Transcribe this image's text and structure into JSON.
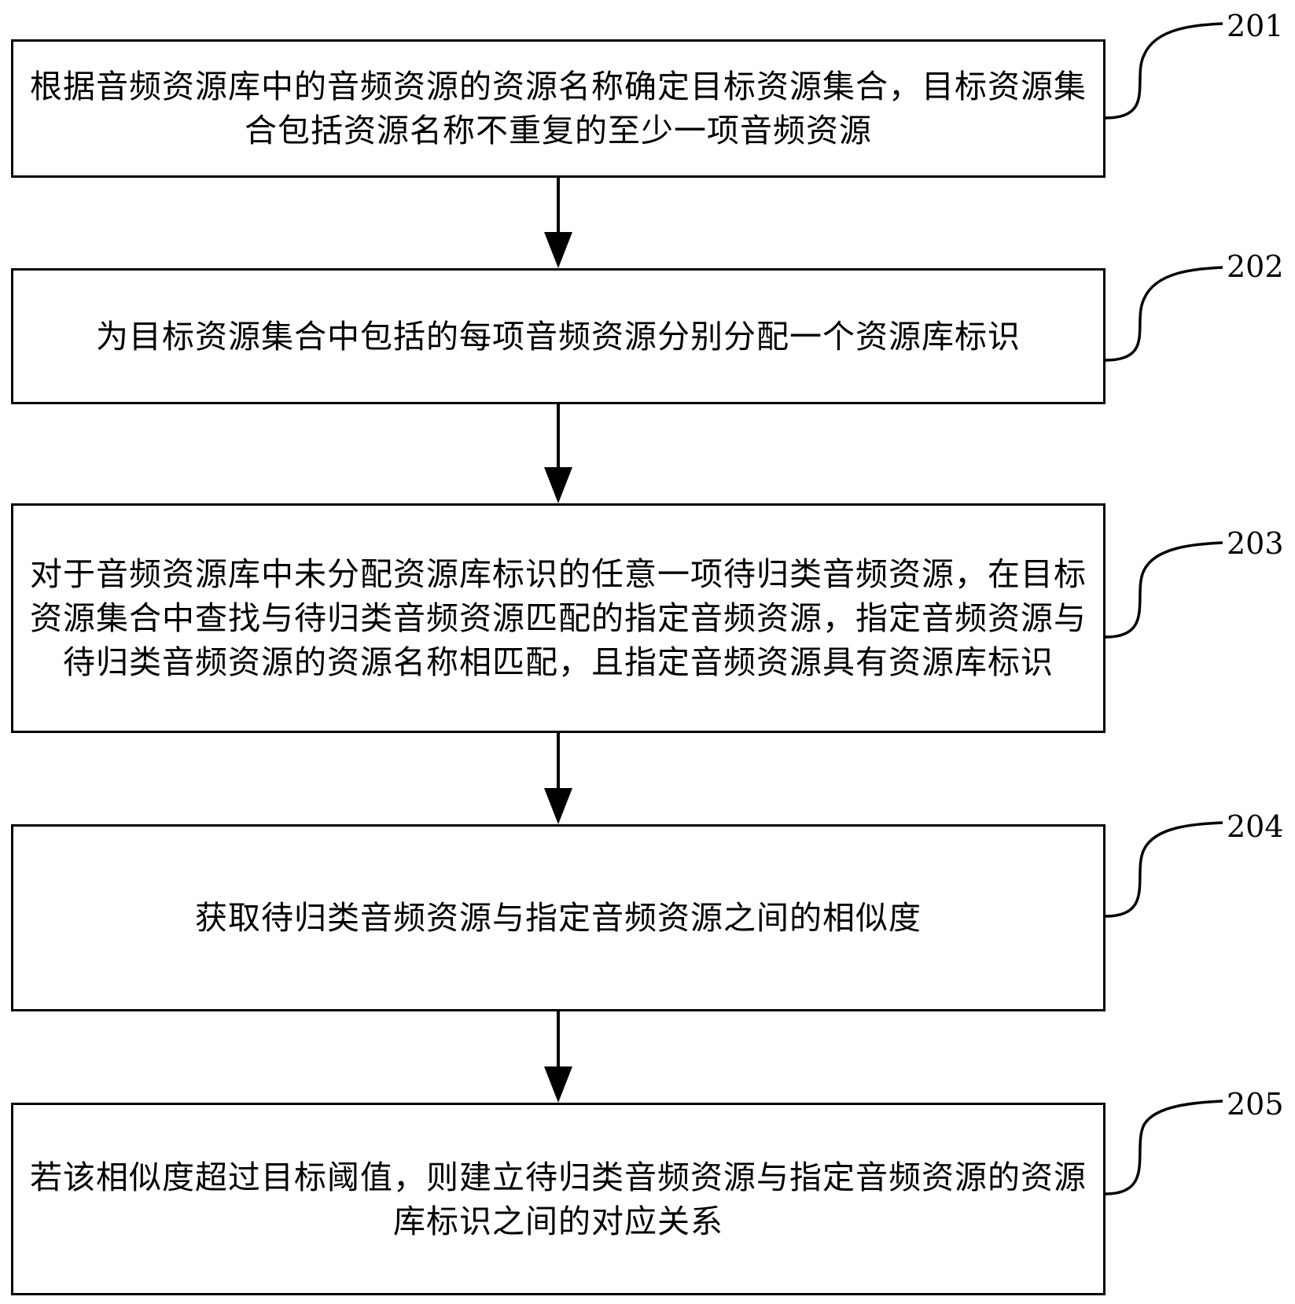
{
  "steps": [
    {
      "id": "201",
      "text": "根据音频资源库中的音频资源的资源名称确定目标资源集合，目标资源集合包括资源名称不重复的至少一项音频资源"
    },
    {
      "id": "202",
      "text": "为目标资源集合中包括的每项音频资源分别分配一个资源库标识"
    },
    {
      "id": "203",
      "text": "对于音频资源库中未分配资源库标识的任意一项待归类音频资源，在目标资源集合中查找与待归类音频资源匹配的指定音频资源，指定音频资源与待归类音频资源的资源名称相匹配，且指定音频资源具有资源库标识"
    },
    {
      "id": "204",
      "text": "获取待归类音频资源与指定音频资源之间的相似度"
    },
    {
      "id": "205",
      "text": "若该相似度超过目标阈值，则建立待归类音频资源与指定音频资源的资源库标识之间的对应关系"
    }
  ],
  "colors": {
    "stroke": "#000000",
    "background": "#ffffff"
  }
}
